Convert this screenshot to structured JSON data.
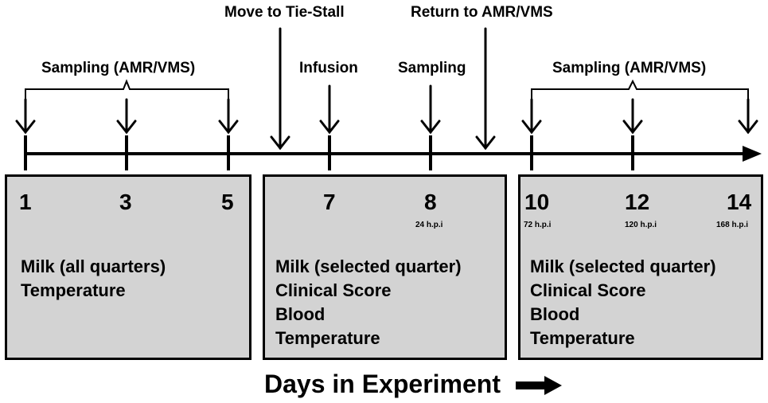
{
  "annotations": {
    "sampling_left": "Sampling (AMR/VMS)",
    "move_to_tie_stall": "Move to Tie-Stall",
    "infusion": "Infusion",
    "sampling_mid": "Sampling",
    "return_to_amr_vms": "Return to AMR/VMS",
    "sampling_right": "Sampling (AMR/VMS)"
  },
  "panels": [
    {
      "days": [
        {
          "label": "1",
          "hpi": ""
        },
        {
          "label": "3",
          "hpi": ""
        },
        {
          "label": "5",
          "hpi": ""
        }
      ],
      "measurements": [
        "Milk (all quarters)",
        "Temperature"
      ]
    },
    {
      "days": [
        {
          "label": "7",
          "hpi": ""
        },
        {
          "label": "8",
          "hpi": "24 h.p.i"
        }
      ],
      "measurements": [
        "Milk (selected quarter)",
        "Clinical Score",
        "Blood",
        "Temperature"
      ]
    },
    {
      "days": [
        {
          "label": "10",
          "hpi": "72 h.p.i"
        },
        {
          "label": "12",
          "hpi": "120 h.p.i"
        },
        {
          "label": "14",
          "hpi": "168 h.p.i"
        }
      ],
      "measurements": [
        "Milk (selected quarter)",
        "Clinical Score",
        "Blood",
        "Temperature"
      ]
    }
  ],
  "footer": {
    "label": "Days in Experiment",
    "arrow_icon": "right-arrow-icon"
  },
  "colors": {
    "panel_fill": "#d3d3d3",
    "ink": "#000000"
  }
}
